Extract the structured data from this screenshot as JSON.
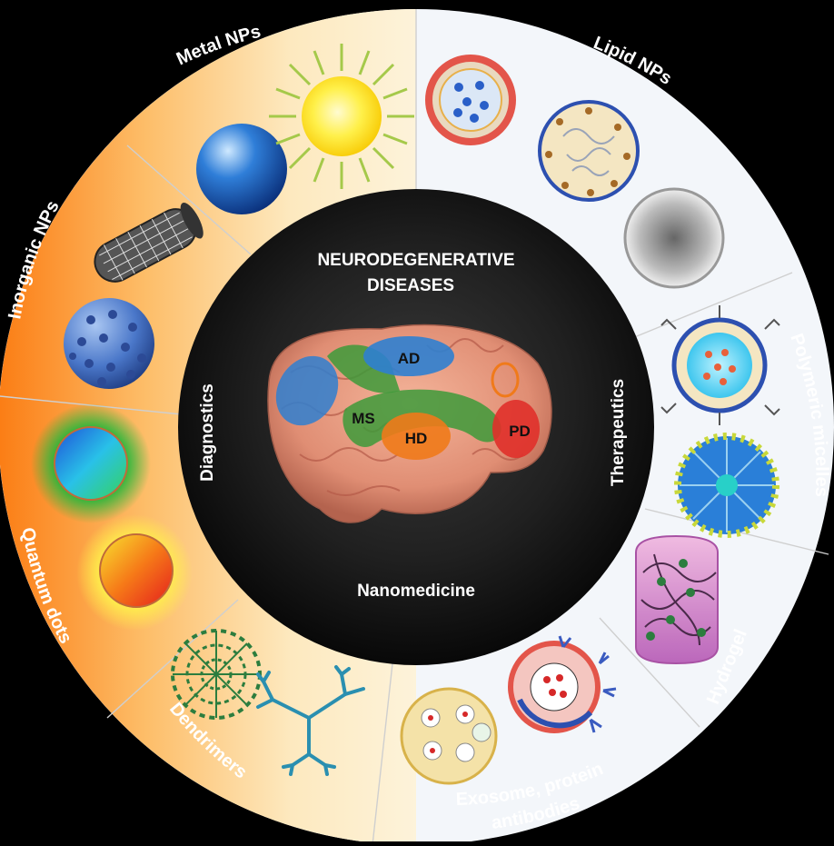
{
  "center": {
    "title_line1": "NEURODEGENERATIVE",
    "title_line2": "DISEASES",
    "left_label": "Diagnostics",
    "right_label": "Therapeutics",
    "bottom_label": "Nanomedicine"
  },
  "brain_regions": {
    "ad": "AD",
    "ms": "MS",
    "hd": "HD",
    "pd": "PD"
  },
  "categories": {
    "metal": "Metal NPs",
    "lipid": "Lipid NPs",
    "inorganic": "Inorganic NPs",
    "polymeric": "Polymeric micelles",
    "quantum": "Quantum dots",
    "hydrogel": "Hydrogel",
    "dendrimers": "Dendrimers",
    "exosome_line1": "Exosome, protein",
    "exosome_line2": "antibodies"
  },
  "colors": {
    "warm_light": "#fdf0cc",
    "warm_orange": "#fb8a22",
    "cool_light": "#f2f6fb",
    "ad_blue": "#2f7fd0",
    "ms_green": "#3d9a3a",
    "hd_orange": "#f07a1a",
    "pd_red": "#e0302a"
  }
}
